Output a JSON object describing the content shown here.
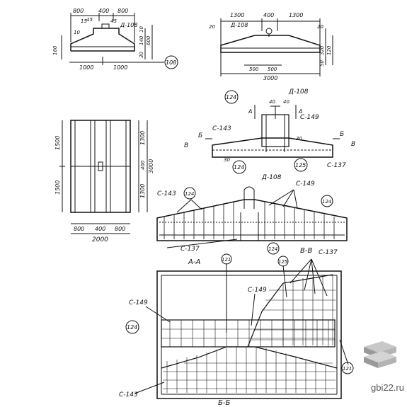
{
  "front_view": {
    "top_dims": [
      "800",
      "400",
      "800"
    ],
    "small_dims": [
      "15",
      "45",
      "10",
      "45"
    ],
    "mark_d108": "Д-108",
    "side_dims": [
      "160",
      "140",
      "600"
    ],
    "side_small": [
      "30",
      "10"
    ],
    "bottom_dims": [
      "1000",
      "1000"
    ]
  },
  "side_view": {
    "top_dims": [
      "1300",
      "400",
      "1300"
    ],
    "side_dims": [
      "20",
      "20",
      "320",
      "120",
      "50"
    ],
    "mark_d108": "Д-108",
    "bottom_dims": [
      "500",
      "500"
    ],
    "total": "3000"
  },
  "callout_108": "108",
  "plan_view": {
    "left_dims": [
      "1500",
      "1500"
    ],
    "right_dims": [
      "1300",
      "400",
      "1300",
      "3000"
    ],
    "bottom_dims": [
      "800",
      "400",
      "800"
    ],
    "total": "2000"
  },
  "section_top": {
    "marks": [
      "124",
      "Д-108",
      "40",
      "40",
      "A",
      "A",
      "С-149",
      "С-143",
      "Б",
      "Б",
      "В",
      "В",
      "30",
      "30",
      "124",
      "125",
      "С-137"
    ]
  },
  "section_mid": {
    "marks": [
      "Д-108",
      "С-149",
      "С-143",
      "124",
      "124",
      "С-137",
      "124"
    ]
  },
  "section_low": {
    "title_aa": "A-A",
    "title_vv": "В-В",
    "title_bb": "Б-Б",
    "marks": [
      "121",
      "125",
      "С-137",
      "С-149",
      "С-149",
      "124",
      "121",
      "С-143"
    ]
  },
  "watermark": {
    "text": "gbi22.ru"
  }
}
